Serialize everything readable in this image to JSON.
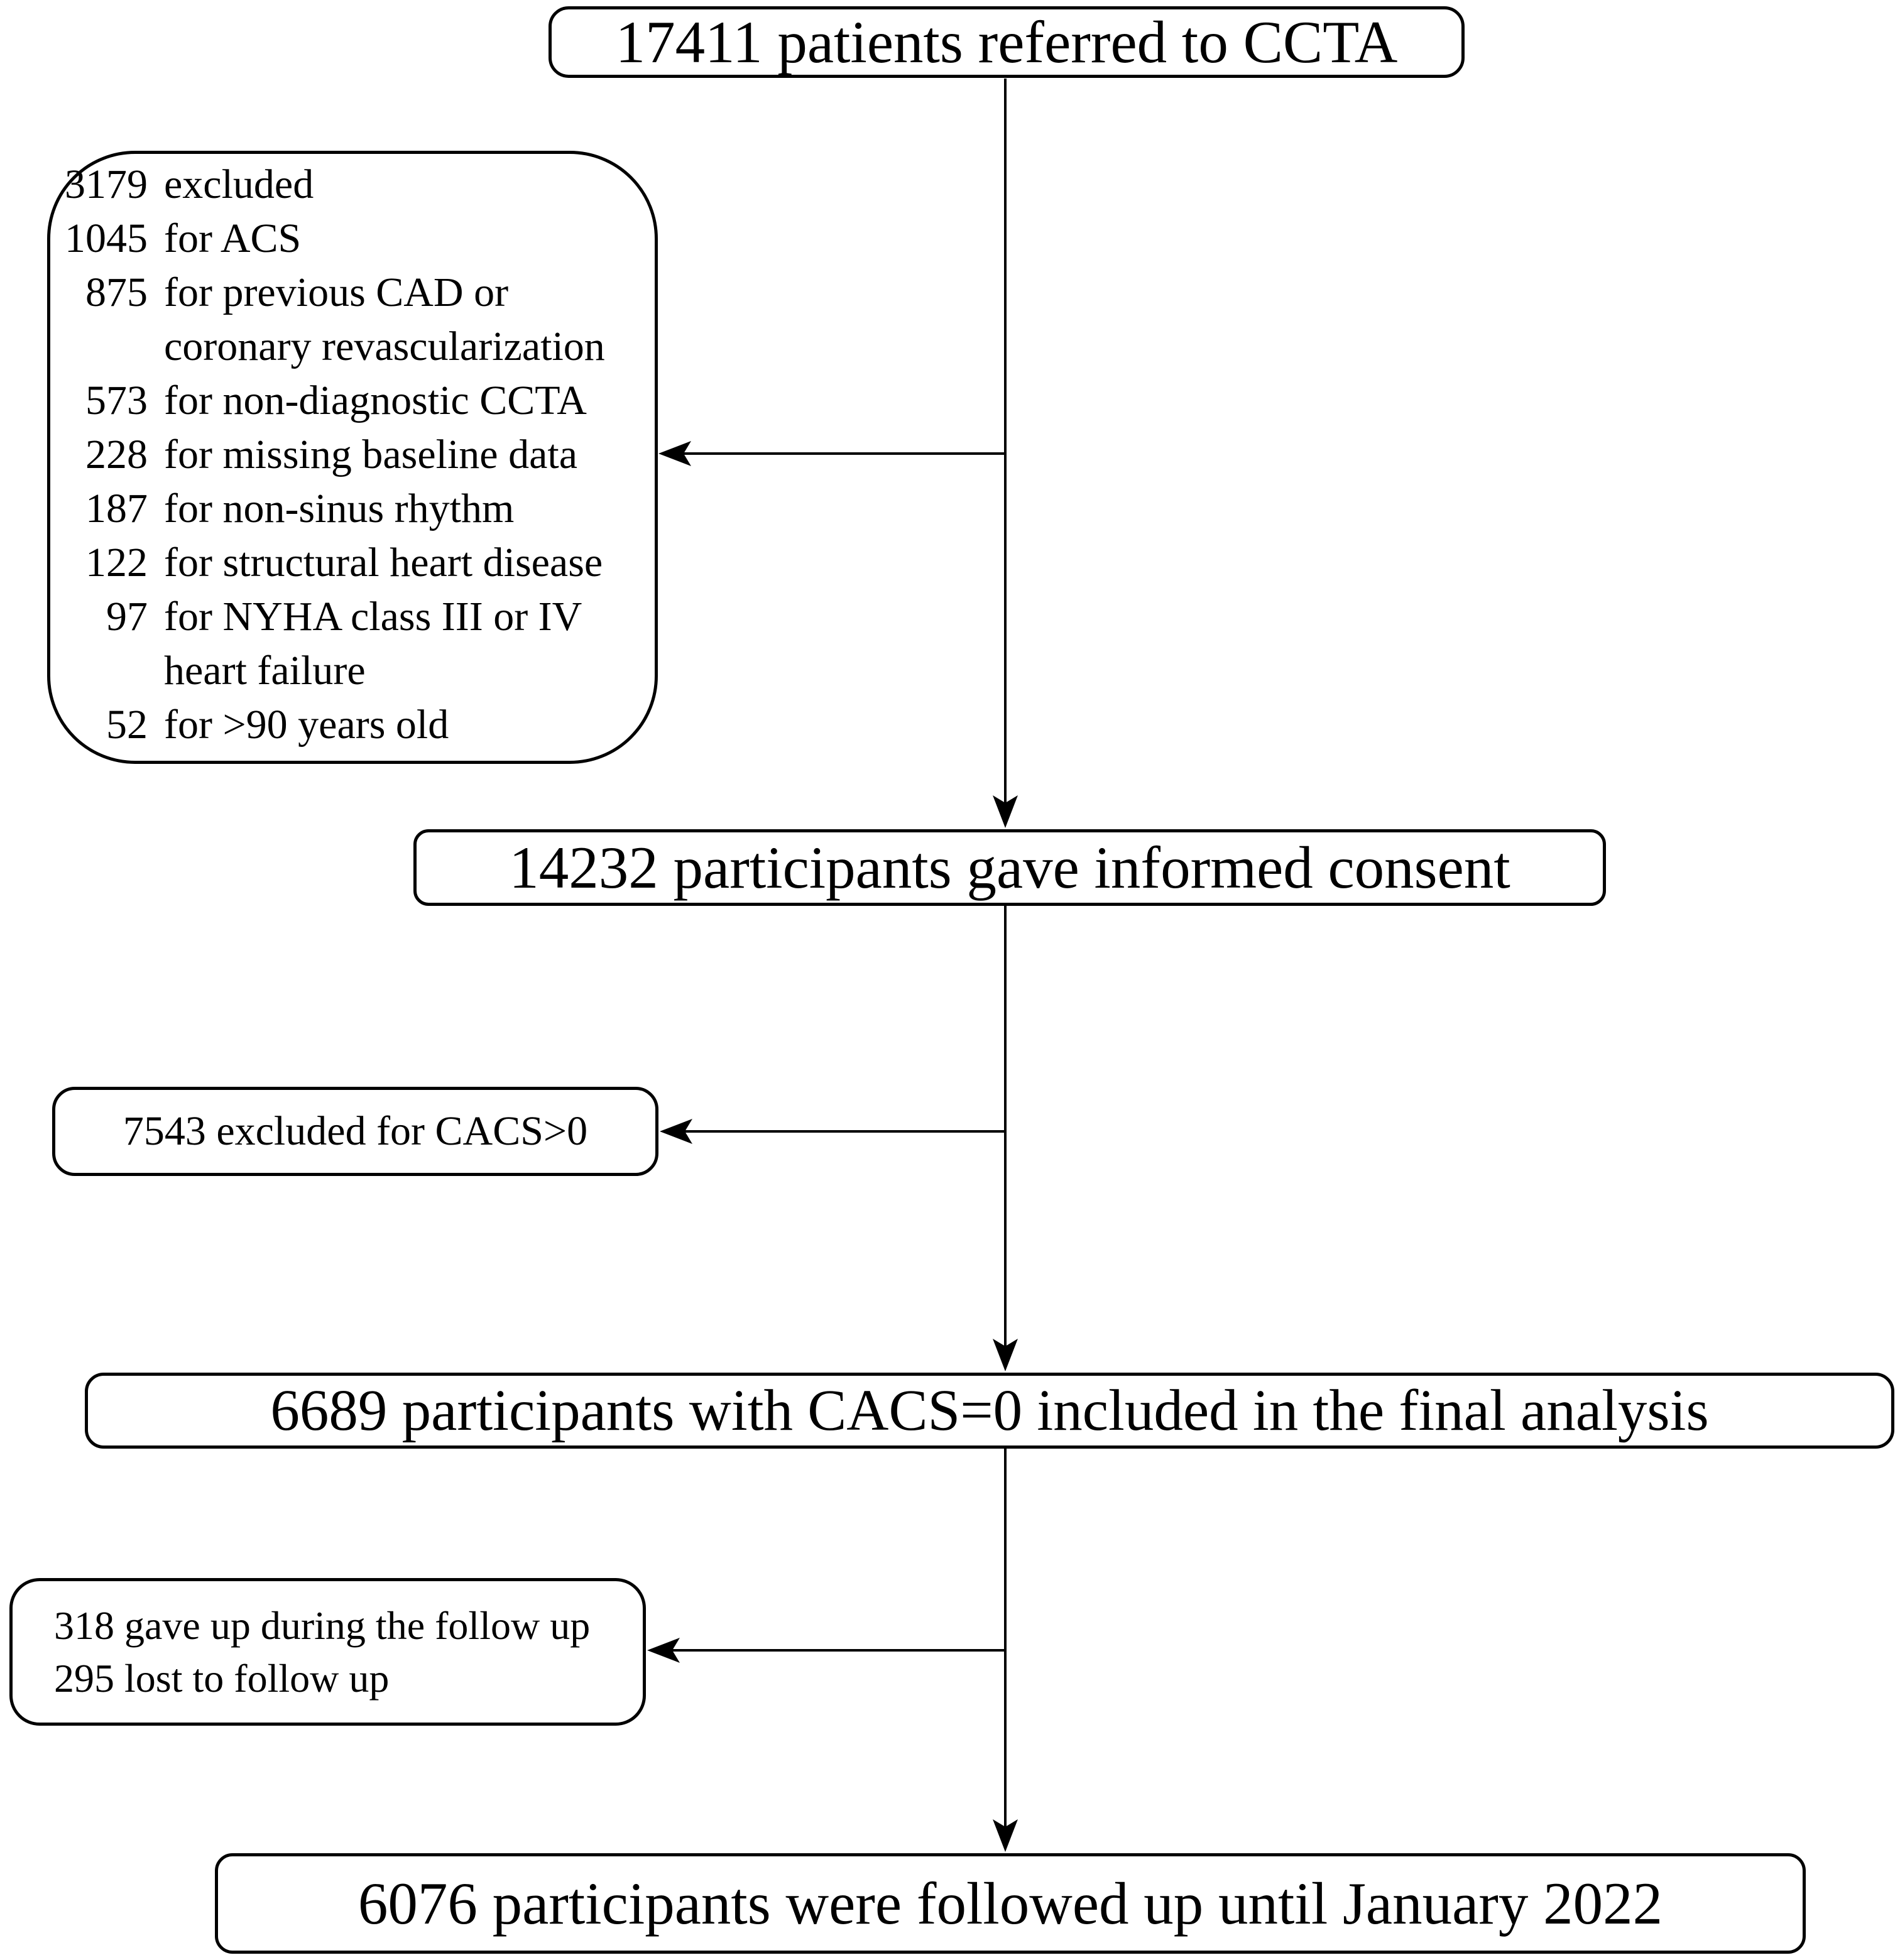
{
  "colors": {
    "ink": "#000000",
    "paper": "#ffffff"
  },
  "boxes": {
    "referred": {
      "text": "17411 patients referred to CCTA"
    },
    "excluded1": {
      "rows": [
        {
          "num": "3179",
          "text": "excluded"
        },
        {
          "num": "1045",
          "text": "for ACS"
        },
        {
          "num": "875",
          "text": "for previous CAD or"
        },
        {
          "num": "",
          "text": "coronary revascularization"
        },
        {
          "num": "573",
          "text": "for non-diagnostic CCTA"
        },
        {
          "num": "228",
          "text": "for missing baseline data"
        },
        {
          "num": "187",
          "text": "for non-sinus rhythm"
        },
        {
          "num": "122",
          "text": "for structural heart disease"
        },
        {
          "num": "97",
          "text": "for NYHA class III or IV"
        },
        {
          "num": "",
          "text": "heart failure"
        },
        {
          "num": "52",
          "text": "for >90 years old"
        }
      ]
    },
    "consent": {
      "text": "14232 participants gave informed consent"
    },
    "excluded2": {
      "text": "7543 excluded for CACS>0"
    },
    "final": {
      "text": "6689 participants with CACS=0 included in the final analysis"
    },
    "excluded3": {
      "lines": [
        "318 gave up during the follow up",
        "295 lost to follow up"
      ]
    },
    "followup": {
      "text": "6076 participants were followed up until January 2022"
    }
  }
}
